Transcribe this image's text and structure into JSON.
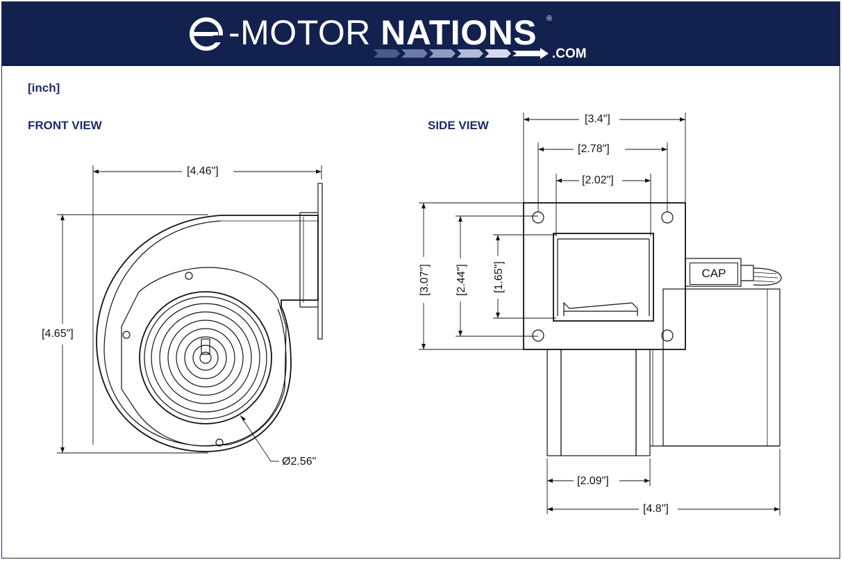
{
  "brand": {
    "prefix": "-MOTOR",
    "name": "NATIONS",
    "registered": "®",
    "domain": ".COM",
    "banner_color": "#13214f",
    "icon": "e-logo-icon"
  },
  "units_label": "[inch]",
  "front_view": {
    "title": "FRONT VIEW",
    "width_dim": "[4.46\"]",
    "height_dim": "[4.65\"]",
    "diameter_dim": "Ø2.56\""
  },
  "side_view": {
    "title": "SIDE VIEW",
    "flange_outer_width": "[3.4\"]",
    "hole_spacing_width": "[2.78\"]",
    "opening_width": "[2.02\"]",
    "flange_height": "[3.07\"]",
    "hole_spacing_height": "[2.44\"]",
    "opening_height": "[1.65\"]",
    "body_width": "[2.09\"]",
    "total_length": "[4.8\"]",
    "capacitor_label": "CAP"
  }
}
